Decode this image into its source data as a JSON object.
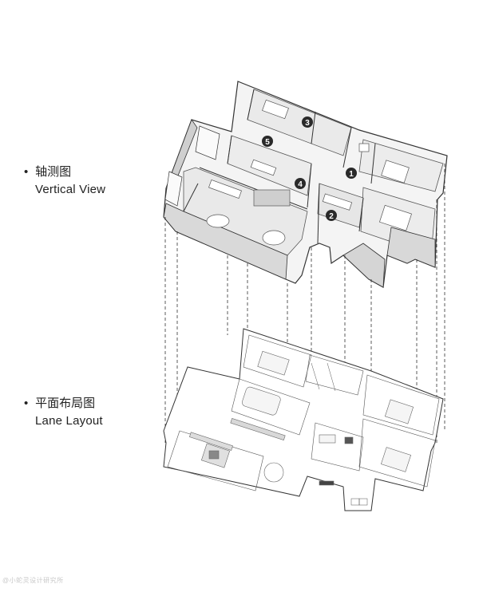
{
  "labels": {
    "axonometric": {
      "bullet": "•",
      "zh": "轴测图",
      "en": "Vertical View"
    },
    "plan": {
      "bullet": "•",
      "zh": "平面布局图",
      "en": "Lane Layout"
    }
  },
  "markers": [
    "1",
    "2",
    "3",
    "4",
    "5"
  ],
  "watermark": "@小蛇灵设计研究所"
}
